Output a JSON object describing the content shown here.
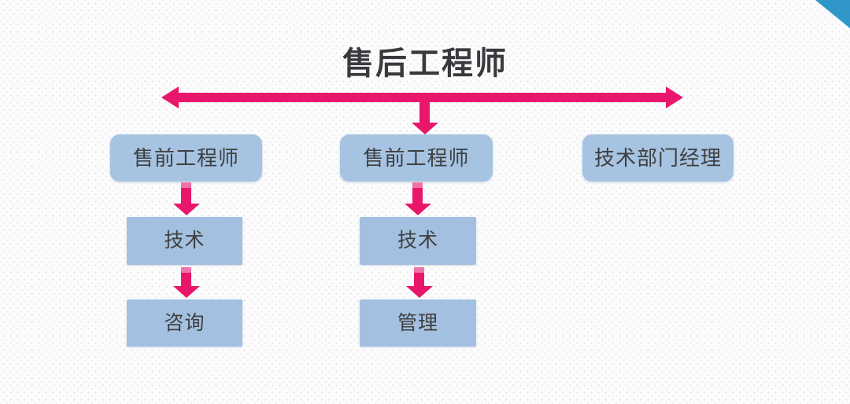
{
  "diagram": {
    "title": "售后工程师",
    "columns": [
      {
        "role": "售前工程师",
        "steps": [
          "技术",
          "咨询"
        ]
      },
      {
        "role": "售前工程师",
        "steps": [
          "技术",
          "管理"
        ]
      },
      {
        "role": "技术部门经理",
        "steps": []
      }
    ],
    "icons": {
      "spread_arrow": "↔",
      "down_arrow": "↓",
      "corner_accent": "triangle"
    },
    "colors": {
      "arrow": "#e9176b",
      "arrow_light": "#ef72a8",
      "node_fill_rounded": "#a6c3e2",
      "node_fill_rect": "#a3c0e0",
      "text": "#3f3f3f",
      "title": "#3a3a3e",
      "corner_accent": "#3097c9",
      "background": "#fcfcfd"
    }
  }
}
